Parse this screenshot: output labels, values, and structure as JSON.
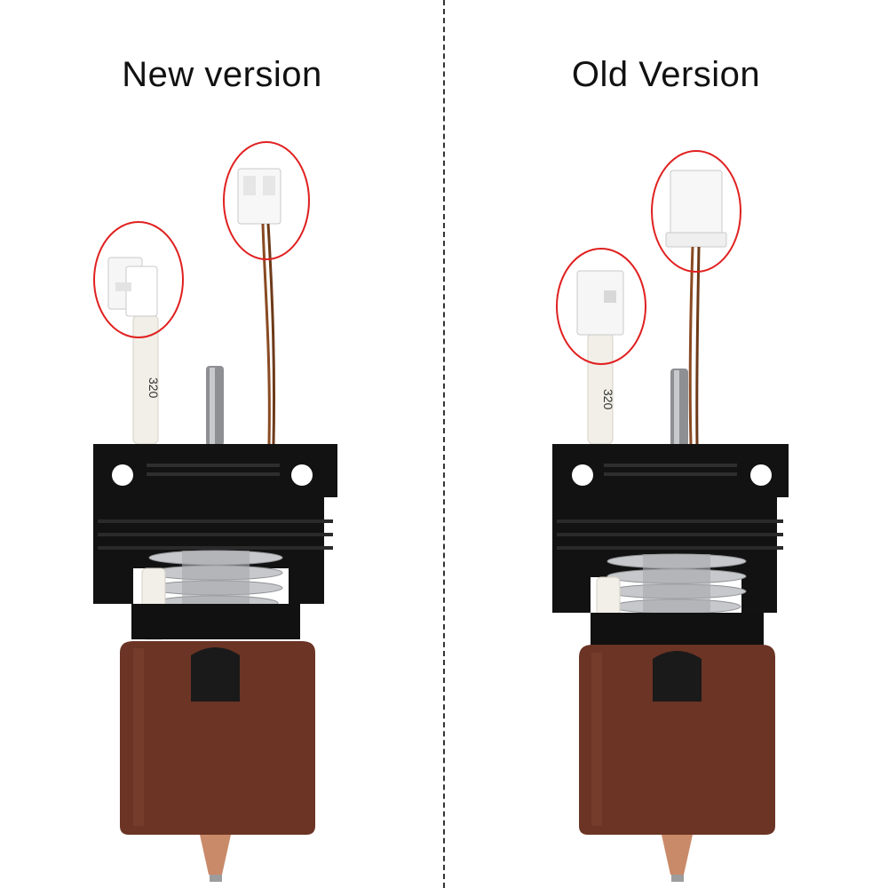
{
  "left": {
    "title": "New version",
    "cable_print": "320"
  },
  "right": {
    "title": "Old Version",
    "cable_print": "320"
  },
  "colors": {
    "heatsink": "#121212",
    "silicone_sock": "#6b3424",
    "wire_copper": "#8a4a22",
    "highlight_circle": "#e02020",
    "connector": "#f2f2f2",
    "nozzle": "#c98a6a"
  }
}
